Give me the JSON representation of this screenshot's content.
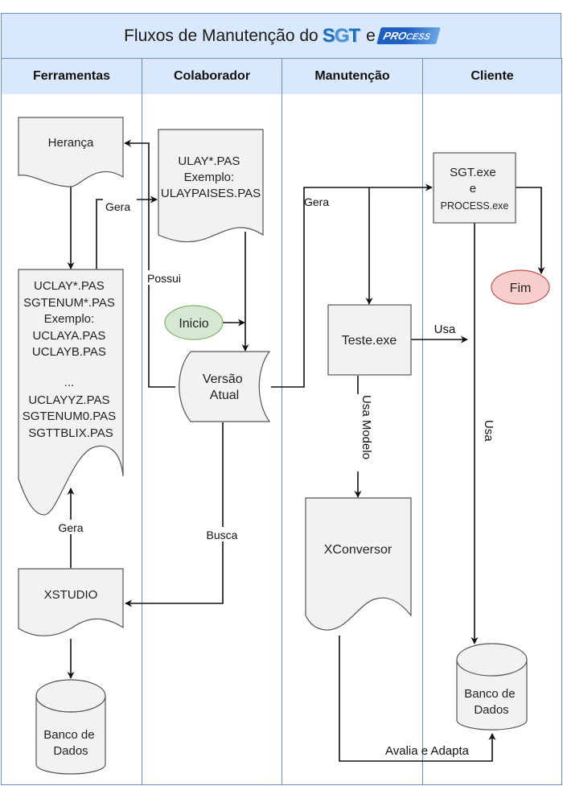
{
  "title": {
    "text": "Fluxos de Manutenção do",
    "logo1": {
      "part1": "S",
      "part2": "G",
      "part3": "T"
    },
    "conj": "e",
    "logo2": {
      "part1": "PRO",
      "part2": "CESS"
    }
  },
  "lanes": [
    {
      "label": "Ferramentas"
    },
    {
      "label": "Colaborador"
    },
    {
      "label": "Manutenção"
    },
    {
      "label": "Cliente"
    }
  ],
  "nodes": {
    "heranca": {
      "lines": [
        "Herança"
      ]
    },
    "uclay": {
      "lines": [
        "UCLAY*.PAS",
        "SGTENUM*.PAS",
        "Exemplo:",
        "UCLAYA.PAS",
        "UCLAYB.PAS",
        "",
        "...",
        "UCLAYYZ.PAS",
        "SGTENUM0.PAS",
        "SGTTBLIX.PAS"
      ]
    },
    "xstudio": {
      "lines": [
        "XSTUDIO"
      ]
    },
    "banco1": {
      "lines": [
        "Banco de",
        "Dados"
      ]
    },
    "ulay": {
      "lines": [
        "ULAY*.PAS",
        "Exemplo:",
        "ULAYPAISES.PAS"
      ]
    },
    "inicio": {
      "lines": [
        "Inicio"
      ]
    },
    "versao": {
      "lines": [
        "Versão",
        "Atual"
      ]
    },
    "teste": {
      "lines": [
        "Teste.exe"
      ]
    },
    "xconversor": {
      "lines": [
        "XConversor"
      ]
    },
    "sgtexe": {
      "lines": [
        "SGT.exe",
        "e",
        "PROCESS.exe"
      ]
    },
    "fim": {
      "lines": [
        "Fim"
      ]
    },
    "banco2": {
      "lines": [
        "Banco de",
        "Dados"
      ]
    }
  },
  "edges": {
    "gera_ulay": "Gera",
    "possui": "Possui",
    "gera_xstudio": "Gera",
    "busca": "Busca",
    "gera_sgt": "Gera",
    "usa_teste": "Usa",
    "usa_modelo": "Usa Modelo",
    "usa_cliente": "Usa",
    "avalia": "Avalia e Adapta"
  },
  "colors": {
    "lane_fill": "#dae8fc",
    "lane_stroke": "#6c8ebf",
    "shape_fill": "#f2f2f2",
    "start_fill": "#d5e8d4",
    "start_stroke": "#82b366",
    "end_fill": "#f8cecc",
    "end_stroke": "#b85450"
  }
}
